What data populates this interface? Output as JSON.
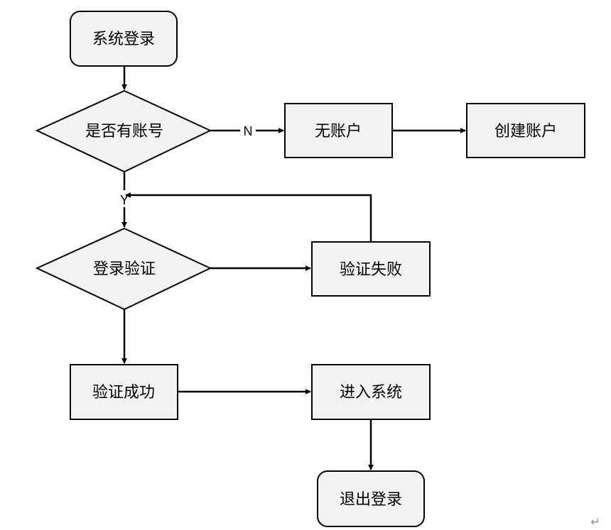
{
  "nodes": {
    "start": "系统登录",
    "has_account": "是否有账号",
    "no_account": "无账户",
    "create_account": "创建账户",
    "login_verify": "登录验证",
    "verify_fail": "验证失败",
    "verify_success": "验证成功",
    "enter_system": "进入系统",
    "logout": "退出登录"
  },
  "edge_labels": {
    "no": "N",
    "yes": "Y"
  },
  "colors": {
    "node_fill": "#f2f2f2",
    "stroke": "#000000"
  },
  "return_mark": "↵"
}
